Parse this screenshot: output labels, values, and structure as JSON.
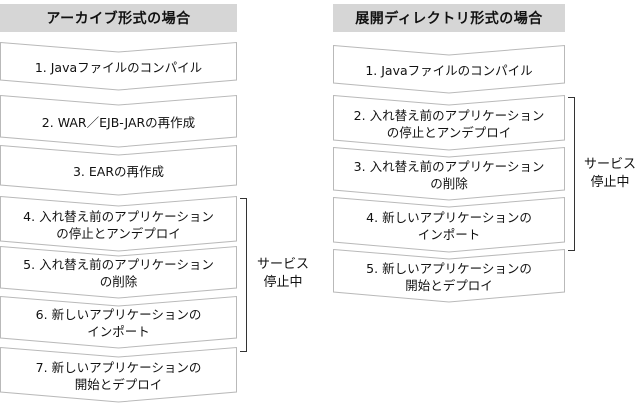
{
  "left": {
    "title": "アーカイブ形式の場合",
    "steps": [
      "1. Javaファイルのコンパイル",
      "2. WAR／EJB-JARの再作成",
      "3. EARの再作成",
      "4. 入れ替え前のアプリケーション\nの停止とアンデプロイ",
      "5. 入れ替え前のアプリケーション\nの削除",
      "6. 新しいアプリケーションの\nインポート",
      "7. 新しいアプリケーションの\n開始とデプロイ"
    ],
    "service_label": "サービス\n停止中"
  },
  "right": {
    "title": "展開ディレクトリ形式の場合",
    "steps": [
      "1. Javaファイルのコンパイル",
      "2. 入れ替え前のアプリケーション\nの停止とアンデプロイ",
      "3. 入れ替え前のアプリケーション\nの削除",
      "4. 新しいアプリケーションの\nインポート",
      "5. 新しいアプリケーションの\n開始とデプロイ"
    ],
    "service_label": "サービス\n停止中"
  },
  "colors": {
    "header_bg": "#d6d6d6",
    "step_fill": "#ffffff",
    "step_stroke": "#b9b9b9"
  }
}
